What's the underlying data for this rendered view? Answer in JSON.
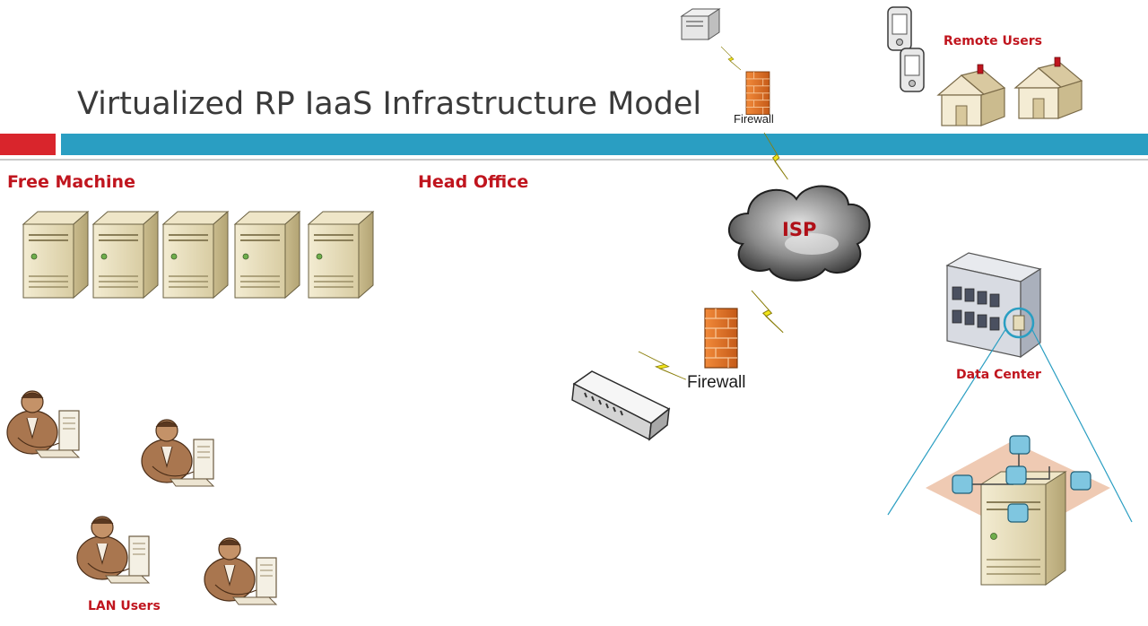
{
  "slide": {
    "title": "Virtualized RP IaaS Infrastructure Model"
  },
  "labels": {
    "free_machine": "Free Machine",
    "head_office": "Head Office",
    "remote_users": "Remote Users",
    "isp": "ISP",
    "firewall_top": "Firewall",
    "firewall_main": "Firewall",
    "data_center": "Data Center",
    "lan_users": "LAN Users"
  },
  "colors": {
    "accent_red": "#d9252c",
    "accent_blue": "#2a9ec2",
    "label_red": "#c0151e",
    "server_beige": "#e6dcba",
    "lightning": "#f2e51a",
    "firewall_orange": "#e8762c",
    "cloud_gray": "#6e6e6e",
    "person_brown": "#a9764f"
  },
  "icons": {
    "server": "server-tower-icon",
    "person": "user-at-computer-icon",
    "firewall": "firewall-brick-icon",
    "cloud": "cloud-icon",
    "switch": "network-switch-icon",
    "building": "office-building-icon",
    "house": "house-icon",
    "pda": "pda-device-icon",
    "lightning": "lightning-link-icon"
  }
}
